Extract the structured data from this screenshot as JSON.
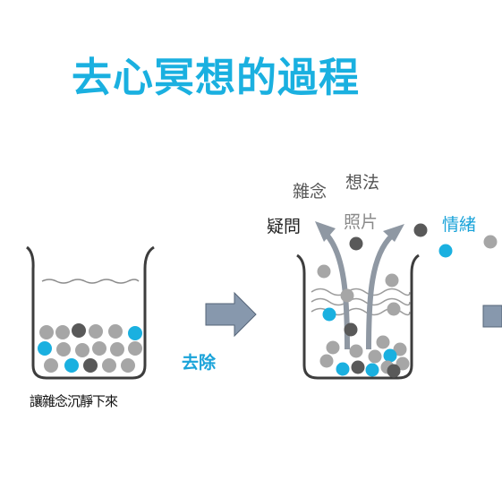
{
  "title": "去心冥想的過程",
  "left_caption": "讓雜念沉靜下來",
  "remove_label": "去除",
  "floating_words": {
    "w1": "雜念",
    "w2": "想法",
    "w3": "疑問",
    "w4": "照片",
    "w5": "情緒"
  },
  "colors": {
    "title": "#1ab0e0",
    "cyan_ball": "#1ab0e0",
    "light_gray_ball": "#a6a6a6",
    "dark_gray_ball": "#595959",
    "arrow_fill": "#8798ad"
  }
}
